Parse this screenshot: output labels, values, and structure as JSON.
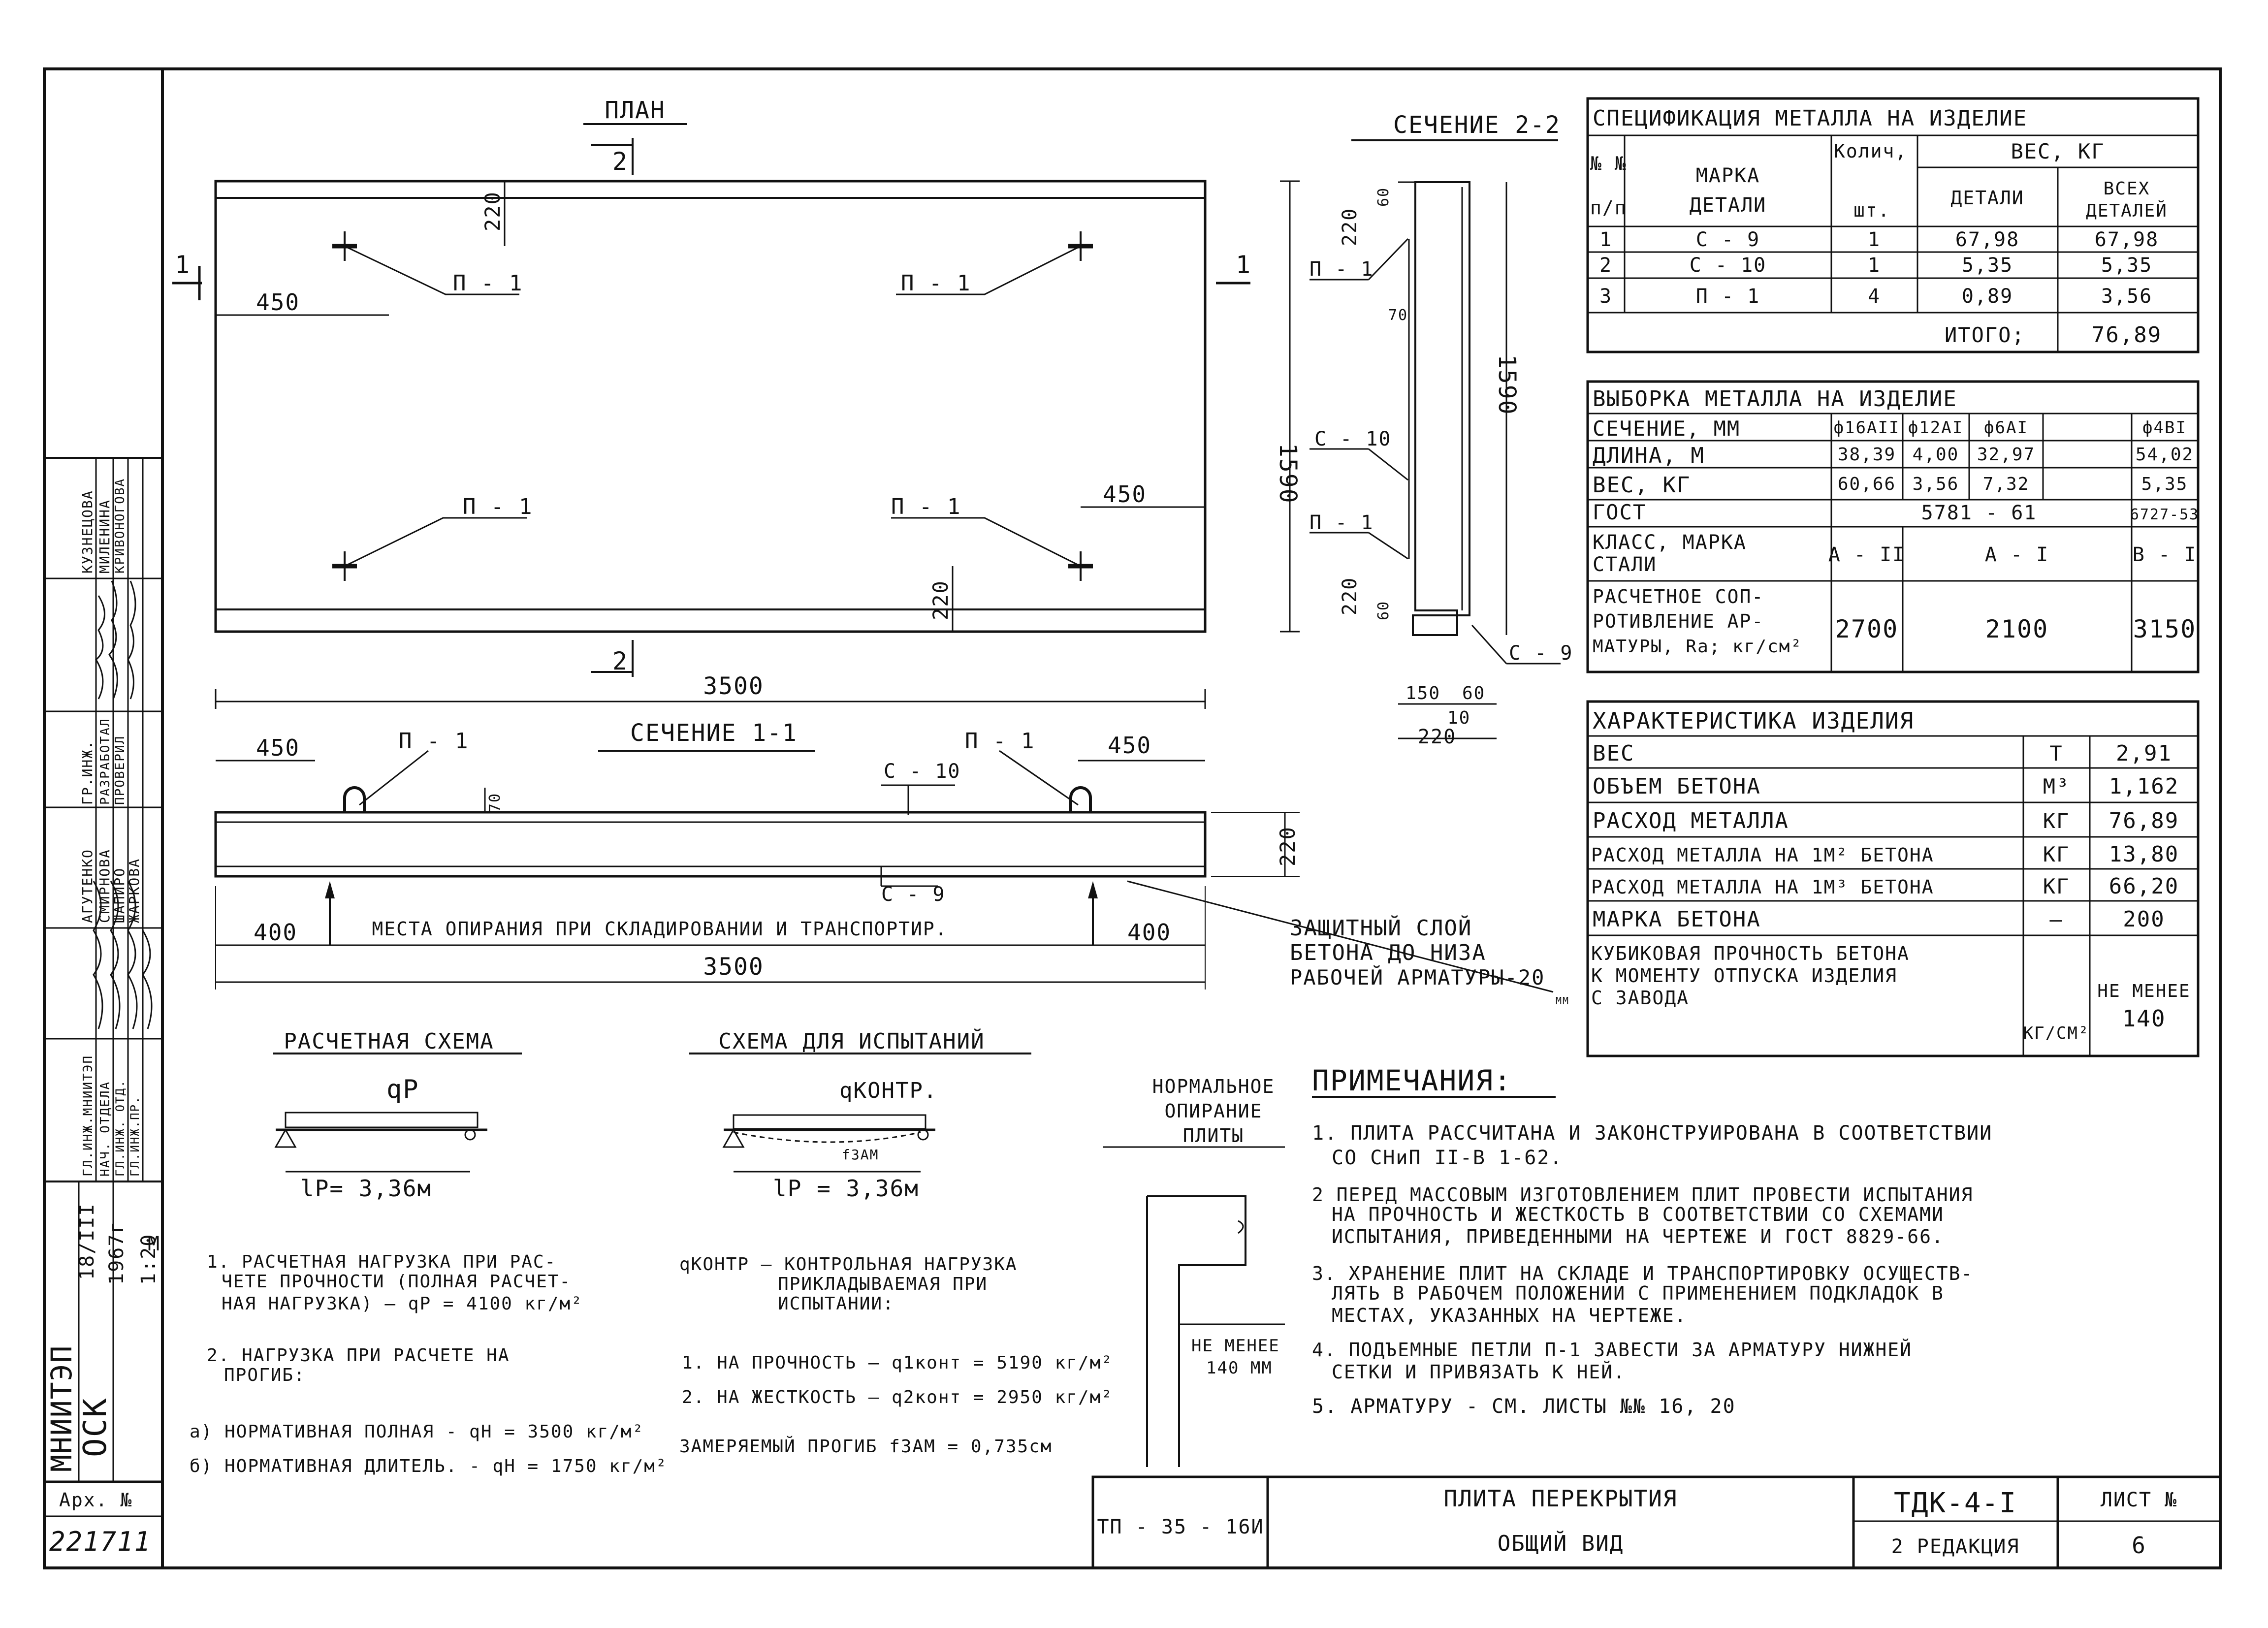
{
  "plan": {
    "title": "ПЛАН",
    "section_marker": "2",
    "section_end_left": "1",
    "section_end_right": "1",
    "dim_top_edge": "220",
    "dim_bottom_edge": "220",
    "dim_left_450": "450",
    "dim_right_450": "450",
    "dim_height": "1590",
    "dim_length": "3500",
    "loop_label": "П - 1"
  },
  "section_2_2": {
    "title": "СЕЧЕНИЕ 2-2",
    "dim_220_top": "220",
    "dim_60_top": "60",
    "dim_70": "70",
    "dim_1590": "1590",
    "dim_220_bottom": "220",
    "dim_60_bottom": "60",
    "dim_150": "150",
    "dim_60_base": "60",
    "dim_10": "10",
    "dim_220_base": "220",
    "label_p1_top": "П - 1",
    "label_c10": "С - 10",
    "label_p1_bottom": "П - 1",
    "label_c9": "С - 9"
  },
  "section_1_1": {
    "title": "СЕЧЕНИЕ 1-1",
    "dim_450_left": "450",
    "dim_450_right": "450",
    "label_p1_left": "П - 1",
    "label_p1_right": "П - 1",
    "label_c10": "С - 10",
    "label_c9": "С - 9",
    "dim_70": "70",
    "dim_220": "220",
    "dim_400_left": "400",
    "dim_400_right": "400",
    "dim_3500": "3500",
    "support_note": "МЕСТА ОПИРАНИЯ ПРИ СКЛАДИРОВАНИИ И ТРАНСПОРТИР.",
    "protective_layer_1": "ЗАЩИТНЫЙ СЛОЙ",
    "protective_layer_2": "БЕТОНА ДО НИЗА",
    "protective_layer_3": "РАБОЧЕЙ АРМАТУРЫ-20",
    "protective_layer_unit": "ММ"
  },
  "calc_scheme": {
    "title": "РАСЧЕТНАЯ СХЕМА",
    "load": "qP",
    "span": "lP= 3,36м",
    "note_1a": "1. РАСЧЕТНАЯ НАГРУЗКА ПРИ РАС-",
    "note_1b": "ЧЕТЕ ПРОЧНОСТИ (ПОЛНАЯ РАСЧЕТ-",
    "note_1c": "НАЯ НАГРУЗКА) — qP = 4100 кг/м²",
    "note_2a": "2. НАГРУЗКА ПРИ РАСЧЕТЕ НА",
    "note_2b": "ПРОГИБ:",
    "note_2_a": "а) НОРМАТИВНАЯ ПОЛНАЯ - qН = 3500 кг/м²",
    "note_2_b": "б) НОРМАТИВНАЯ ДЛИТЕЛЬ. - qН = 1750 кг/м²"
  },
  "test_scheme": {
    "title": "СХЕМА ДЛЯ ИСПЫТАНИЙ",
    "load": "qКОНТР.",
    "deflection": "fЗАМ",
    "span": "lP = 3,36м",
    "def_1": "qКОНТР — КОНТРОЛЬНАЯ НАГРУЗКА",
    "def_2": "ПРИКЛАДЫВАЕМАЯ ПРИ",
    "def_3": "ИСПЫТАНИИ:",
    "strength": "1. НА ПРОЧНОСТЬ — q1конт = 5190 кг/м²",
    "stiffness": "2. НА ЖЕСТКОСТЬ — q2конт = 2950 кг/м²",
    "measured": "ЗАМЕРЯЕМЫЙ ПРОГИБ fЗАМ = 0,735см"
  },
  "normal_support": {
    "title_1": "НОРМАЛЬНОЕ",
    "title_2": "ОПИРАНИЕ",
    "title_3": "ПЛИТЫ",
    "min_1": "НЕ МЕНЕЕ",
    "min_2": "140 ММ"
  },
  "notes": {
    "title": "ПРИМЕЧАНИЯ:",
    "lines": [
      "1. ПЛИТА РАССЧИТАНА И ЗАКОНСТРУИРОВАНА В СООТВЕТСТВИИ",
      "СО СНиП  II-В 1-62.",
      "2 ПЕРЕД МАССОВЫМ ИЗГОТОВЛЕНИЕМ ПЛИТ ПРОВЕСТИ ИСПЫТАНИЯ",
      "НА ПРОЧНОСТЬ И ЖЕСТКОСТЬ В СООТВЕТСТВИИ СО СХЕМАМИ",
      "ИСПЫТАНИЯ, ПРИВЕДЕННЫМИ НА ЧЕРТЕЖЕ И ГОСТ 8829-66.",
      "3. ХРАНЕНИЕ ПЛИТ НА СКЛАДЕ И ТРАНСПОРТИРОВКУ ОСУЩЕСТВ-",
      "ЛЯТЬ В РАБОЧЕМ ПОЛОЖЕНИИ С ПРИМЕНЕНИЕМ ПОДКЛАДОК В",
      "МЕСТАХ, УКАЗАННЫХ НА ЧЕРТЕЖЕ.",
      "4. ПОДЪЕМНЫЕ ПЕТЛИ П-1 ЗАВЕСТИ ЗА АРМАТУРУ НИЖНЕЙ",
      "СЕТКИ И ПРИВЯЗАТЬ К НЕЙ.",
      "5. АРМАТУРУ - СМ. ЛИСТЫ №№ 16, 20"
    ]
  },
  "spec_table": {
    "title": "СПЕЦИФИКАЦИЯ МЕТАЛЛА НА ИЗДЕЛИЕ",
    "h_no": "№ №",
    "h_no2": "п/п",
    "h_mark": "МАРКА",
    "h_mark2": "ДЕТАЛИ",
    "h_qty": "Колич,",
    "h_qty2": "шт.",
    "h_weight": "ВЕС, КГ",
    "h_part": "ДЕТАЛИ",
    "h_all": "ВСЕХ",
    "h_all2": "ДЕТАЛЕЙ",
    "rows": [
      [
        "1",
        "С - 9",
        "1",
        "67,98",
        "67,98"
      ],
      [
        "2",
        "С - 10",
        "1",
        "5,35",
        "5,35"
      ],
      [
        "3",
        "П - 1",
        "4",
        "0,89",
        "3,56"
      ]
    ],
    "total_label": "ИТОГО;",
    "total_value": "76,89"
  },
  "selection_table": {
    "title": "ВЫБОРКА МЕТАЛЛА НА ИЗДЕЛИЕ",
    "r_section": "СЕЧЕНИЕ, ММ",
    "cols": [
      "ф16АII",
      "ф12АI",
      "ф6АI",
      "ф4ВI"
    ],
    "r_length": "ДЛИНА, М",
    "lengths": [
      "38,39",
      "4,00",
      "32,97",
      "54,02"
    ],
    "r_weight": "ВЕС, КГ",
    "weights": [
      "60,66",
      "3,56",
      "7,32",
      "5,35"
    ],
    "r_gost": "ГОСТ",
    "gost_a": "5781 - 61",
    "gost_b": "6727-53",
    "r_class_1": "КЛАСС, МАРКА",
    "r_class_2": "СТАЛИ",
    "class_a": "А - II",
    "class_b": "А - I",
    "class_c": "В - I",
    "r_res_1": "РАСЧЕТНОЕ СОП-",
    "r_res_2": "РОТИВЛЕНИЕ АР-",
    "r_res_3": "МАТУРЫ, Rа; кг/см²",
    "res_a": "2700",
    "res_b": "2100",
    "res_c": "3150"
  },
  "char_table": {
    "title": "ХАРАКТЕРИСТИКА ИЗДЕЛИЯ",
    "rows": [
      [
        "ВЕС",
        "Т",
        "2,91"
      ],
      [
        "ОБЪЕМ БЕТОНА",
        "М³",
        "1,162"
      ],
      [
        "РАСХОД МЕТАЛЛА",
        "КГ",
        "76,89"
      ],
      [
        "РАСХОД МЕТАЛЛА НА 1М² БЕТОНА",
        "КГ",
        "13,80"
      ],
      [
        "РАСХОД МЕТАЛЛА НА 1М³ БЕТОНА",
        "КГ",
        "66,20"
      ],
      [
        "МАРКА БЕТОНА",
        "—",
        "200"
      ]
    ],
    "last_1": "КУБИКОВАЯ ПРОЧНОСТЬ БЕТОНА",
    "last_2": "К МОМЕНТУ ОТПУСКА ИЗДЕЛИЯ",
    "last_3": "С ЗАВОДА",
    "last_unit": "КГ/СМ²",
    "last_val_1": "НЕ МЕНЕЕ",
    "last_val_2": "140"
  },
  "stamp": {
    "code": "ТП - 35 - 16И",
    "title_1": "ПЛИТА ПЕРЕКРЫТИЯ",
    "title_2": "ОБЩИЙ ВИД",
    "mark": "ТДК-4-I",
    "edition": "2 РЕДАКЦИЯ",
    "sheet_label": "ЛИСТ №",
    "sheet_no": "6"
  },
  "side_block": {
    "org": "МНИИТЭП",
    "dept": "ОСК",
    "sheet": "18/III",
    "year": "1967г",
    "scale_1": "М",
    "scale_2": "1:20",
    "roles": [
      "ГЛ.ИНЖ.МНИИТЭП",
      "НАЧ. ОТДЕЛА",
      "ГЛ.ИНЖ. ОТД.",
      "ГЛ.ИНЖ.ПР."
    ],
    "names_a": [
      "АГУТЕНКО",
      "СМИРНОВА",
      "ШАПИРО",
      "ЖАРКОВА"
    ],
    "roles_b": [
      "ГР.ИНЖ.",
      "РАЗРАБОТАЛ",
      "ПРОВЕРИЛ"
    ],
    "names_b": [
      "КУЗНЕЦОВА",
      "МИЛЕНИНА",
      "КРИВОНОГОВА"
    ],
    "arch_label": "Арх. №",
    "arch_no": "221711"
  }
}
